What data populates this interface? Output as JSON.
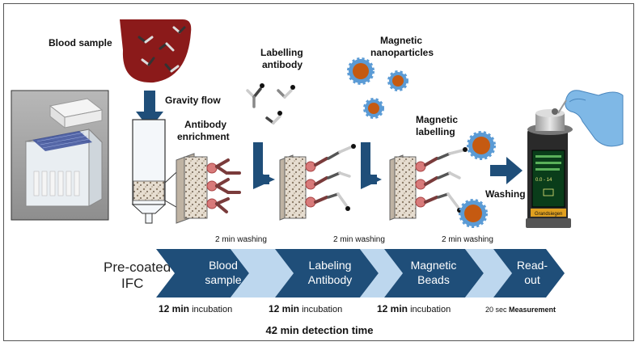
{
  "labels": {
    "blood_sample": "Blood sample",
    "gravity_flow": "Gravity flow",
    "antibody_enrichment_1": "Antibody",
    "antibody_enrichment_2": "enrichment",
    "labelling_antibody_1": "Labelling",
    "labelling_antibody_2": "antibody",
    "magnetic_nanoparticles_1": "Magnetic",
    "magnetic_nanoparticles_2": "nanoparticles",
    "magnetic_labelling_1": "Magnetic",
    "magnetic_labelling_2": "labelling",
    "washing": "Washing"
  },
  "timeline": {
    "start_label_1": "Pre-coated",
    "start_label_2": "IFC",
    "steps": [
      {
        "line1": "Blood",
        "line2": "sample",
        "below_bold": "12 min",
        "below": " incubation"
      },
      {
        "line1": "Labeling",
        "line2": "Antibody",
        "below_bold": "12 min",
        "below": " incubation"
      },
      {
        "line1": "Magnetic",
        "line2": "Beads",
        "below_bold": "12 min",
        "below": " incubation"
      },
      {
        "line1": "Read-",
        "line2": "out",
        "below_bold": "20 sec",
        "below": " Measurement"
      }
    ],
    "washes": [
      "2 min washing",
      "2 min washing",
      "2 min washing"
    ],
    "total": "42 min detection time"
  },
  "device": {
    "brand": "Grandsiegen",
    "screen_value": "0.0 - 14"
  },
  "colors": {
    "chevron_dark": "#1f4e79",
    "chevron_light": "#bdd7ee",
    "arrow": "#1f4e79",
    "blood": "#8b1a1a",
    "nanoparticle_ring": "#5b9bd5",
    "nanoparticle_core": "#c55a11",
    "cell": "#d87a7a"
  }
}
